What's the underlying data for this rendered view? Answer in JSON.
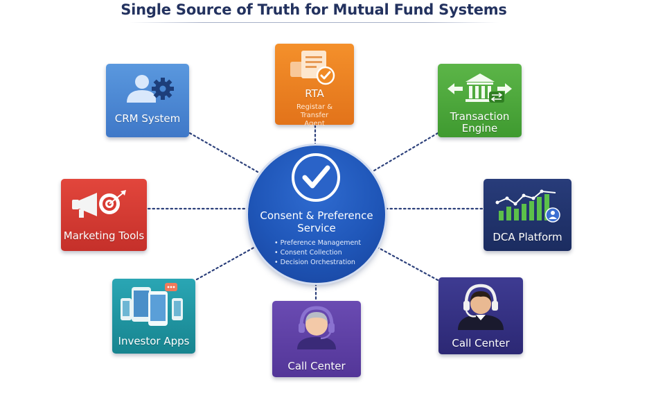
{
  "title": "Single Source of Truth for Mutual Fund Systems",
  "hub": {
    "title": "Consent & Preference Service",
    "items": [
      "Preference Management",
      "Consent Collection",
      "Decision Orchestration"
    ]
  },
  "nodes": {
    "crm": {
      "label": "CRM System",
      "icon": "user-gear-icon"
    },
    "rta": {
      "label": "RTA",
      "sublabel": "Registar & Transfer Agent",
      "icon": "document-check-icon"
    },
    "transaction": {
      "label": "Transaction Engine",
      "icon": "bank-exchange-icon"
    },
    "marketing": {
      "label": "Marketing Tools",
      "icon": "megaphone-target-icon"
    },
    "dca": {
      "label": "DCA Platform",
      "icon": "bar-chart-trend-icon"
    },
    "investor_apps": {
      "label": "Investor Apps",
      "icon": "mobile-devices-icon"
    },
    "call_center_1": {
      "label": "Call Center",
      "icon": "headset-agent-icon"
    },
    "call_center_2": {
      "label": "Call Center",
      "icon": "headset-agent-icon"
    }
  },
  "colors": {
    "crm": "#4a88d4",
    "rta": "#ee8423",
    "transaction": "#4fa83c",
    "marketing": "#d83b33",
    "dca": "#22336e",
    "investor_apps": "#1f96a3",
    "call_center_1": "#5e41a6",
    "call_center_2": "#353182",
    "hub": "#1f56b8",
    "connector": "#2b3f7a"
  }
}
